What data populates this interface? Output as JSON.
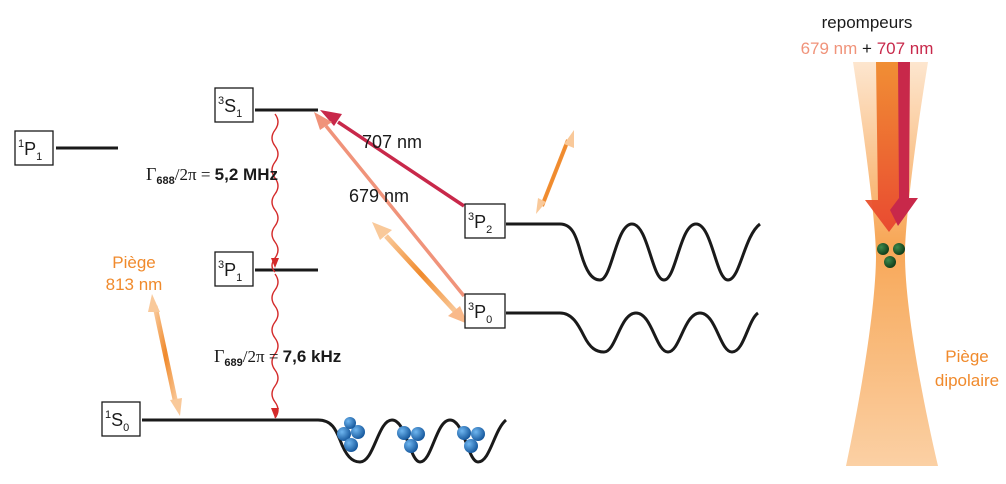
{
  "states": {
    "s1": {
      "sup": "3",
      "letter": "S",
      "sub": "1"
    },
    "p1_singlet": {
      "sup": "1",
      "letter": "P",
      "sub": "1"
    },
    "p1_triplet": {
      "sup": "3",
      "letter": "P",
      "sub": "1"
    },
    "p2": {
      "sup": "3",
      "letter": "P",
      "sub": "2"
    },
    "p0": {
      "sup": "3",
      "letter": "P",
      "sub": "0"
    },
    "s0": {
      "sup": "1",
      "letter": "S",
      "sub": "0"
    }
  },
  "transitions": {
    "t707": "707 nm",
    "t679": "679 nm"
  },
  "linewidths": {
    "l688": {
      "gamma": "Γ",
      "sub": "688",
      "rest": "/2π = ",
      "value": "5,2 MHz"
    },
    "l689": {
      "gamma": "Γ",
      "sub": "689",
      "rest": "/2π = ",
      "value": "7,6 kHz"
    }
  },
  "trap": {
    "line1": "Piège",
    "line2": "813 nm"
  },
  "repumpers": {
    "title": "repompeurs",
    "wl1": "679 nm",
    "plus": "+",
    "wl2": "707 nm"
  },
  "dipole": {
    "line1": "Piège",
    "line2": "dipolaire"
  },
  "colors": {
    "orange": "#f08a2c",
    "salmon": "#f0937a",
    "crimson": "#c8284a",
    "red_wiggle": "#d42a2a",
    "atom_blue": "#1f78c8",
    "atom_green": "#1d5a2a"
  }
}
